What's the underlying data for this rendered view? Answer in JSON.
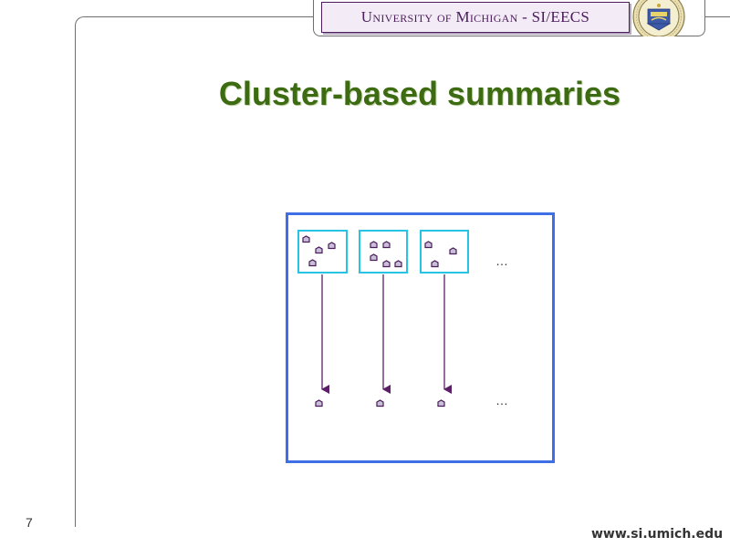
{
  "header": {
    "institution": "University of Michigan - SI/EECS"
  },
  "slide": {
    "title": "Cluster-based summaries",
    "page_number": "7"
  },
  "diagram": {
    "ellipsis_top": "…",
    "ellipsis_bottom": "…",
    "clusters": [
      {
        "document_count": 4
      },
      {
        "document_count": 5
      },
      {
        "document_count": 3
      }
    ],
    "summary_count": 3
  },
  "footer": {
    "url": "www.si.umich.edu"
  },
  "colors": {
    "title": "#3d6b12",
    "header_text": "#4a1c5a",
    "outer_box": "#3f6fe6",
    "cluster_box": "#27c3e3",
    "arrow": "#5a1f66",
    "dot_fill": "#c8c0d8",
    "dot_stroke": "#4a1c5a"
  }
}
